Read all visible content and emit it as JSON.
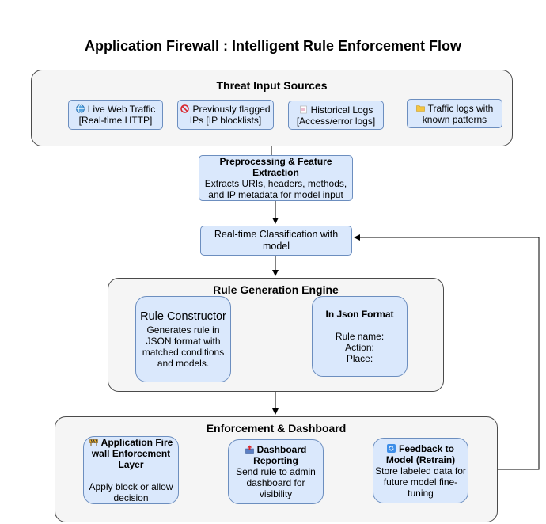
{
  "title": "Application Firewall : Intelligent Rule Enforcement Flow",
  "threat_sources": {
    "title": "Threat Input Sources",
    "items": [
      {
        "line1": "Live Web Traffic",
        "line2": "[Real-time HTTP]",
        "icon": "globe-icon"
      },
      {
        "line1": "Previously flagged",
        "line2": "IPs  [IP blocklists]",
        "icon": "prohibited-icon"
      },
      {
        "line1": "Historical Logs",
        "line2": "[Access/error logs]",
        "icon": "log-icon"
      },
      {
        "line1": "Traffic logs with",
        "line2": "known patterns",
        "icon": "folder-icon"
      }
    ]
  },
  "preprocessing": {
    "title_line1": "Preprocessing & Feature",
    "title_line2": "Extraction",
    "desc_line1": "Extracts URIs, headers, methods,",
    "desc_line2": "and IP metadata for model input"
  },
  "classification": {
    "line1": "Real-time Classification with",
    "line2": "model"
  },
  "rule_engine": {
    "title": "Rule Generation Engine",
    "constructor": {
      "title": "Rule Constructor",
      "desc_line1": "Generates rule in",
      "desc_line2": "JSON format with",
      "desc_line3": "matched conditions",
      "desc_line4": "and models."
    },
    "json_format": {
      "title": "In Json Format",
      "field1": "Rule name:",
      "field2": "Action:",
      "field3": "Place:"
    }
  },
  "enforcement": {
    "title": "Enforcement & Dashboard",
    "firewall": {
      "title_line1": "Application Fire",
      "title_line2": "wall Enforcement",
      "title_line3": "Layer",
      "desc_line1": "Apply block or allow",
      "desc_line2": "decision",
      "icon": "barrier-icon"
    },
    "dashboard": {
      "title_line1": "Dashboard",
      "title_line2": "Reporting",
      "desc_line1": "Send rule to admin",
      "desc_line2": "dashboard for",
      "desc_line3": "visibility",
      "icon": "outbox-icon"
    },
    "feedback": {
      "title_line1": "Feedback to",
      "title_line2": "Model (Retrain)",
      "desc_line1": "Store labeled data for",
      "desc_line2": "future model fine-",
      "desc_line3": "tuning",
      "icon": "refresh-icon"
    }
  },
  "colors": {
    "node_fill": "#dae8fc",
    "node_stroke": "#6c8ebf",
    "group_fill": "#f5f5f5",
    "group_stroke": "#4a4a4a"
  }
}
